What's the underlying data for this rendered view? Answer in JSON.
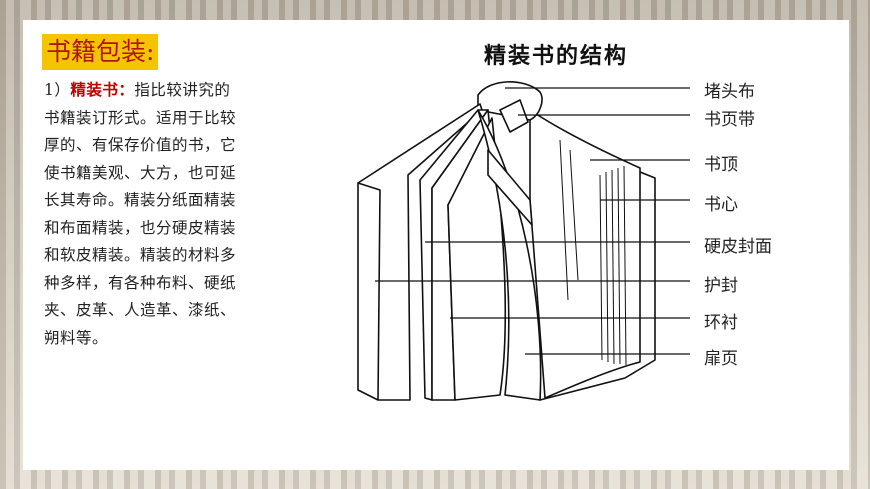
{
  "heading": "书籍包装:",
  "body": {
    "prefix": "1）",
    "term": "精装书：",
    "text": "指比较讲究的书籍装订形式。适用于比较厚的、有保存价值的书，它使书籍美观、大方，也可延长其寿命。精装分纸面精装和布面精装，也分硬皮精装和软皮精装。精装的材料多种多样，有各种布料、硬纸夹、皮革、人造革、漆纸、朔料等。"
  },
  "diagram": {
    "title": "精装书的结构",
    "labels": [
      "堵头布",
      "书页带",
      "书顶",
      "书心",
      "硬皮封面",
      "护封",
      "环衬",
      "扉页"
    ]
  }
}
